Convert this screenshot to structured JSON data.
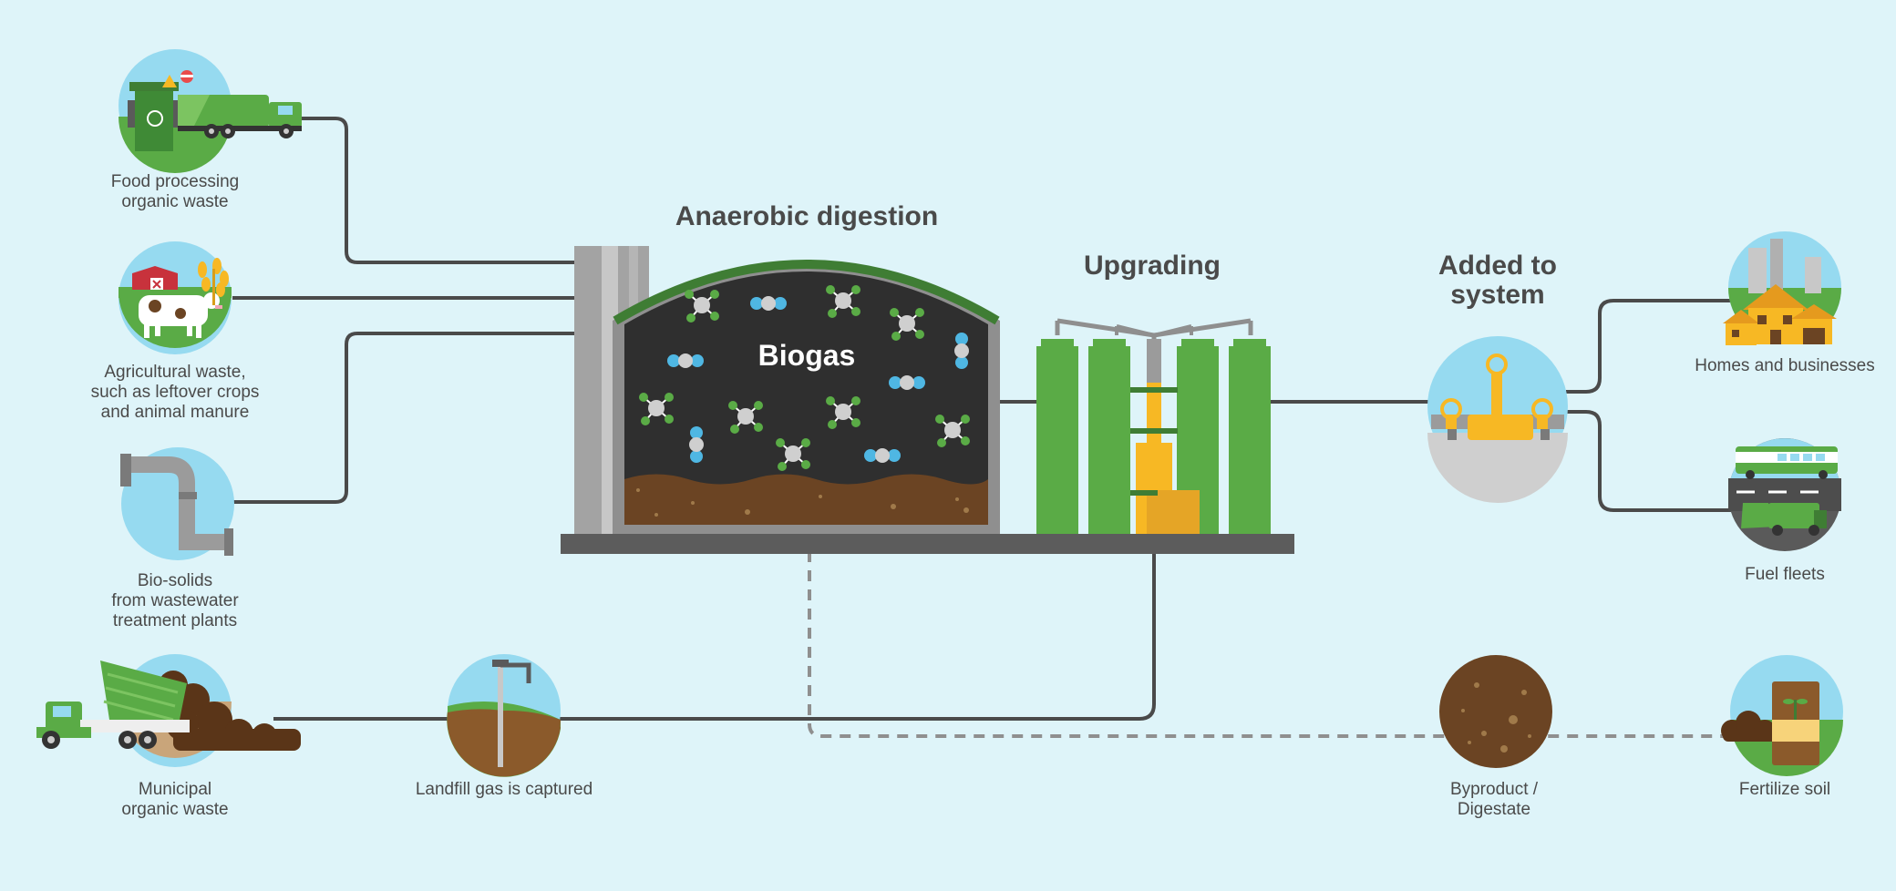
{
  "titles": {
    "anaerobic": "Anaerobic digestion",
    "biogas": "Biogas",
    "upgrading": "Upgrading",
    "added": [
      "Added to",
      "system"
    ]
  },
  "inputs": {
    "food": [
      "Food processing",
      "organic waste"
    ],
    "agri": [
      "Agricultural waste,",
      "such as leftover crops",
      "and animal manure"
    ],
    "biosolids": [
      "Bio-solids",
      "from wastewater",
      "treatment plants"
    ],
    "municipal": [
      "Municipal",
      "organic waste"
    ],
    "landfill": "Landfill gas is captured"
  },
  "outputs": {
    "homes": "Homes and businesses",
    "fleets": "Fuel fleets",
    "byproduct": [
      "Byproduct /",
      "Digestate"
    ],
    "fertilize": "Fertilize soil"
  },
  "colors": {
    "background": "#def4f9",
    "line": "#4a4a4a",
    "green": "#5aab46",
    "dark_green": "#3f7d34",
    "yellow": "#f7b824",
    "brown": "#6b4423",
    "sky": "#96daf0",
    "grey": "#9b9b9b",
    "tank": "#2f2f2f"
  }
}
